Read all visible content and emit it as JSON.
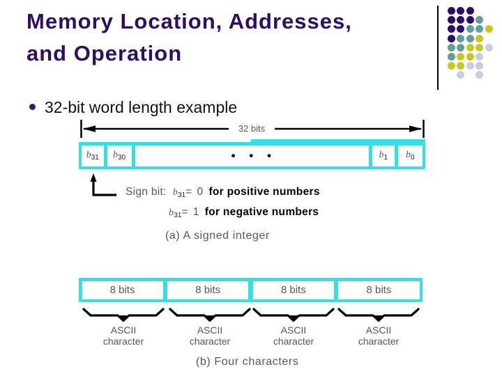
{
  "title": {
    "line1": "Memory Location, Addresses,",
    "line2": "and Operation"
  },
  "bullet": {
    "text": "32-bit word length example"
  },
  "colors": {
    "title_purple": "#2E0D68",
    "accent_cyan": "#35DFE3",
    "gray_text": "#575757"
  },
  "register": {
    "width_label": "32 bits",
    "ellipsis": "• • •",
    "cells": [
      {
        "base": "b",
        "sub": "31"
      },
      {
        "base": "b",
        "sub": "30"
      },
      {
        "base": "b",
        "sub": "1"
      },
      {
        "base": "b",
        "sub": "0"
      }
    ]
  },
  "sign_bit": {
    "prefix": "Sign bit:",
    "var_base": "b",
    "var_sub": "31",
    "eq": "=",
    "case1_value": "0",
    "case1_text": "for positive numbers",
    "case2_value": "1",
    "case2_text": "for negative numbers"
  },
  "caption_a": "(a) A signed integer",
  "caption_b": "(b) Four characters",
  "bytes": {
    "cells": [
      "8 bits",
      "8 bits",
      "8 bits",
      "8 bits"
    ],
    "char_label_line1": "ASCII",
    "char_label_line2": "character"
  },
  "decor": {
    "dot_colors": {
      "P": "#2E0D68",
      "T": "#639E9B",
      "Y": "#C6C823",
      "L": "#CBCDDE"
    },
    "dot_grid": [
      [
        "P",
        "P",
        "P",
        "",
        ""
      ],
      [
        "P",
        "P",
        "P",
        "T",
        ""
      ],
      [
        "P",
        "P",
        "T",
        "T",
        "Y"
      ],
      [
        "P",
        "T",
        "T",
        "Y",
        ""
      ],
      [
        "T",
        "T",
        "Y",
        "Y",
        "L"
      ],
      [
        "T",
        "Y",
        "Y",
        "L",
        ""
      ],
      [
        "Y",
        "Y",
        "L",
        "L",
        ""
      ],
      [
        "",
        "L",
        "",
        "L",
        ""
      ]
    ]
  }
}
